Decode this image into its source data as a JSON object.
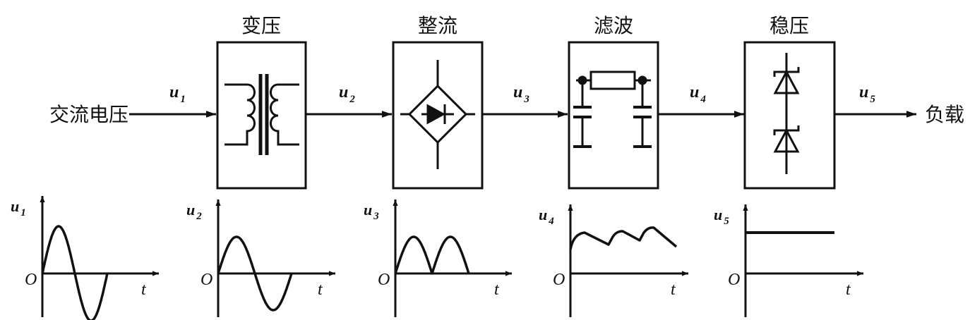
{
  "input_label": "交流电压",
  "output_label": "负载",
  "blocks": [
    {
      "title": "变压"
    },
    {
      "title": "整流"
    },
    {
      "title": "滤波"
    },
    {
      "title": "稳压"
    }
  ],
  "signals": [
    {
      "var": "u",
      "sub": "1"
    },
    {
      "var": "u",
      "sub": "2"
    },
    {
      "var": "u",
      "sub": "3"
    },
    {
      "var": "u",
      "sub": "4"
    },
    {
      "var": "u",
      "sub": "5"
    }
  ],
  "graphs": [
    {
      "yvar": "u",
      "ysub": "1",
      "origin": "O",
      "xvar": "t",
      "waveform": "sine"
    },
    {
      "yvar": "u",
      "ysub": "2",
      "origin": "O",
      "xvar": "t",
      "waveform": "sine"
    },
    {
      "yvar": "u",
      "ysub": "3",
      "origin": "O",
      "xvar": "t",
      "waveform": "full-wave-rectified"
    },
    {
      "yvar": "u",
      "ysub": "4",
      "origin": "O",
      "xvar": "t",
      "waveform": "filtered-ripple"
    },
    {
      "yvar": "u",
      "ysub": "5",
      "origin": "O",
      "xvar": "t",
      "waveform": "constant-dc"
    }
  ]
}
